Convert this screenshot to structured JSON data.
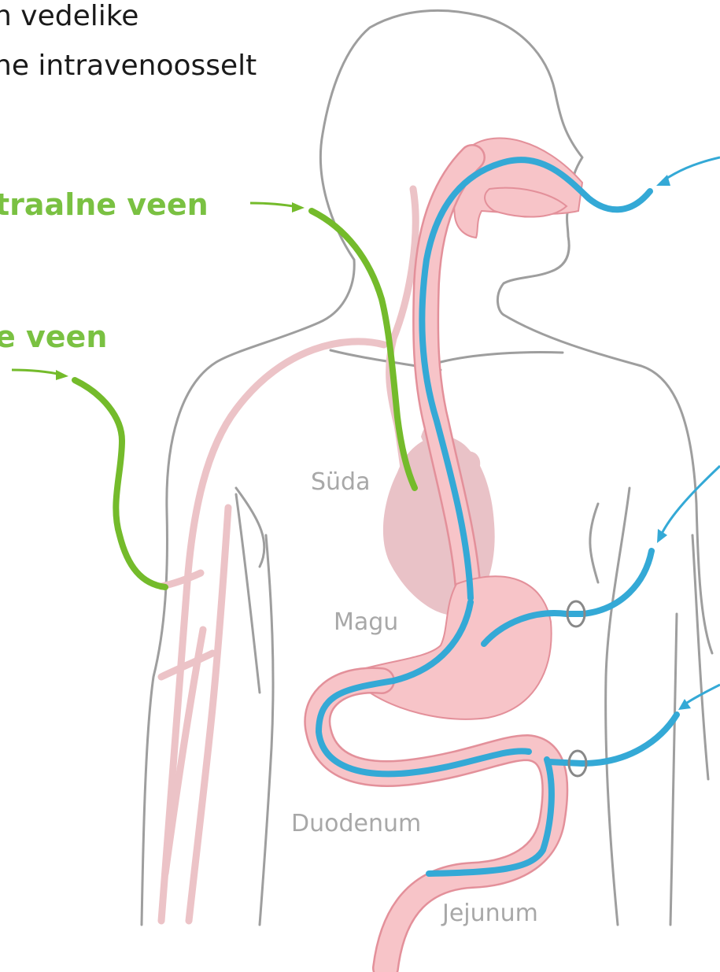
{
  "heading": {
    "line1": "n vedelike",
    "line2": "ne intravenoosselt"
  },
  "vein_labels": {
    "central": "traalne veen",
    "peripheral": "e veen"
  },
  "organs": {
    "heart": "Süda",
    "stomach": "Magu",
    "duodenum": "Duodenum",
    "jejunum": "Jejunum"
  },
  "colors": {
    "intravenous_line": "#74bb2b",
    "enteral_tube": "#34a9d6",
    "digestive_tract": "#f7c4c8",
    "body_outline": "#9e9e9e"
  }
}
